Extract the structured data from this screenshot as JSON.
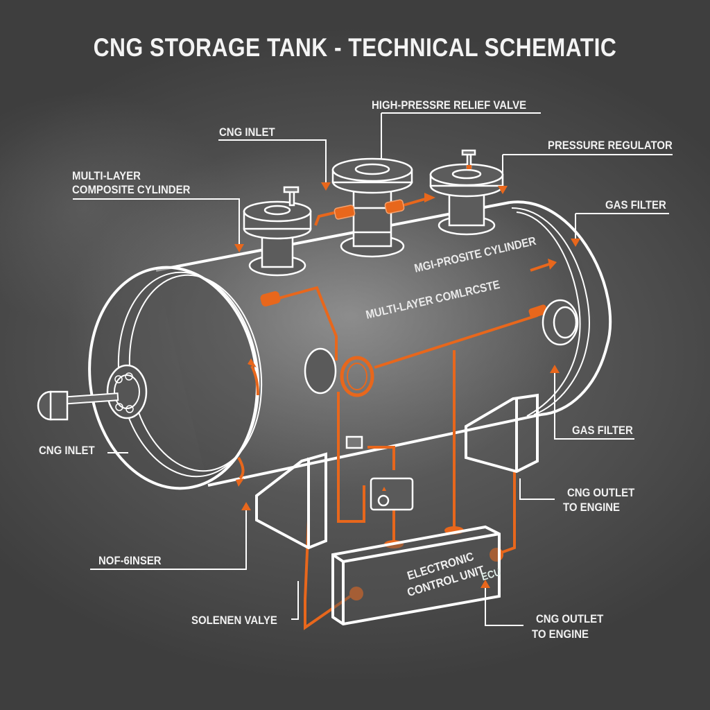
{
  "title": "CNG STORAGE TANK - TECHNICAL SCHEMATIC",
  "colors": {
    "background": "#5a5a5a",
    "line_work": "#ffffff",
    "accent_orange": "#e8671c",
    "text": "#f2f2f2"
  },
  "callouts": {
    "high_pressure_relief_valve": "HIGH-PRESSRE RELIEF VALVE",
    "cng_inlet_top": "CNG INLET",
    "pressure_regulator": "PRESSURE REGULATOR",
    "multi_layer_line1": "MULTI-LAYER",
    "multi_layer_line2": "COMPOSITE CYLINDER",
    "gas_filter_top": "GAS FILTER",
    "cng_inlet_left": "CNG INLET",
    "gas_filter_right": "GAS FILTER",
    "cng_outlet_right_line1": "CNG OUTLET",
    "cng_outlet_right_line2": "TO ENGINE",
    "nof_sensor": "NOF-6INSER",
    "solenoid_valve": "SOLENEN VALYE",
    "cng_outlet_bottom_line1": "CNG OUTLET",
    "cng_outlet_bottom_line2": "TO ENGINE"
  },
  "tank_body_text": {
    "upper": "MGI-PROSITE CYLINDER",
    "lower": "MULTI-LAYER COMLRCSTE"
  },
  "ecu": {
    "line1": "ELECTRONIC",
    "line2": "CONTROL UNIT",
    "badge": "ECU"
  },
  "icons": [
    "valve-flange-icon",
    "relief-valve-icon",
    "regulator-icon",
    "pressure-gauge-icon",
    "solenoid-valve-icon",
    "inlet-nozzle-icon",
    "flow-arrow-icon",
    "pointer-arrow-icon"
  ]
}
